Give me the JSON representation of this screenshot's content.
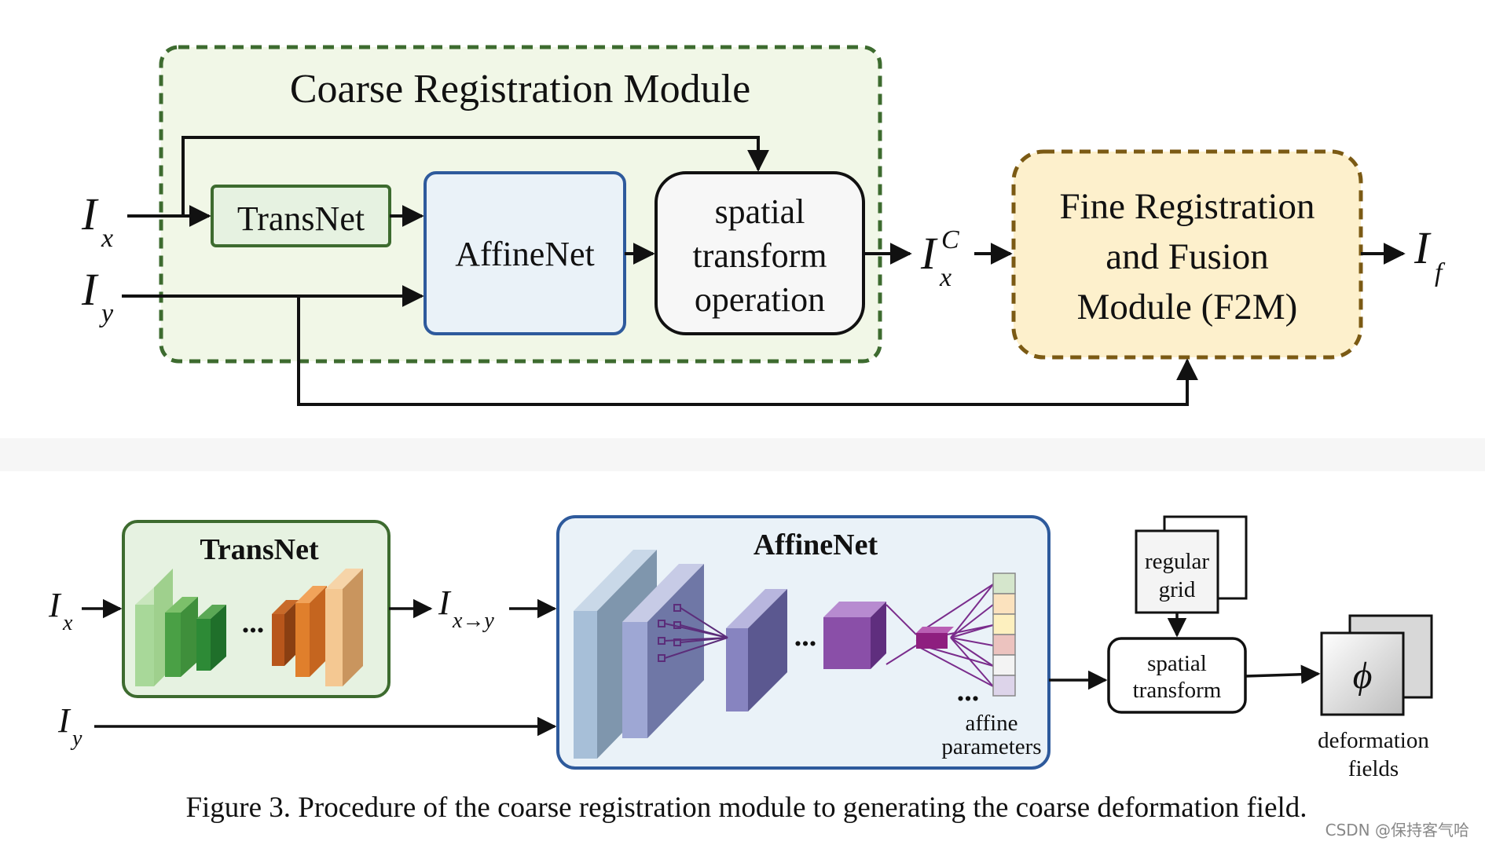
{
  "top": {
    "module_title": "Coarse Registration Module",
    "transnet": "TransNet",
    "affinenet": "AffineNet",
    "spatial_lines": [
      "spatial",
      "transform",
      "operation"
    ],
    "f2m_lines": [
      "Fine Registration",
      "and Fusion",
      "Module (F2M)"
    ],
    "input_x": {
      "base": "I",
      "sub": "x"
    },
    "input_y": {
      "base": "I",
      "sub": "y"
    },
    "output_c": {
      "base": "I",
      "sub": "x",
      "sup": "C"
    },
    "output_f": {
      "base": "I",
      "sub": "f"
    }
  },
  "bottom": {
    "transnet_title": "TransNet",
    "affinenet_title": "AffineNet",
    "ellipsis": "...",
    "input_x": {
      "base": "I",
      "sub": "x"
    },
    "input_y": {
      "base": "I",
      "sub": "y"
    },
    "mid": {
      "base": "I",
      "sub": "x→y"
    },
    "affine_params": [
      "affine",
      "parameters"
    ],
    "regular_grid": [
      "regular",
      "grid"
    ],
    "spatial_transform": [
      "spatial",
      "transform"
    ],
    "phi": "ϕ",
    "deformation": [
      "deformation",
      "fields"
    ]
  },
  "caption": "Figure 3. Procedure of the coarse registration module to generating the coarse deformation field.",
  "watermark": "CSDN @保持客气哈",
  "colors": {
    "module_bg": "#f1f7e7",
    "module_border": "#3d6b2f",
    "transnet_fill": "#e6f2e1",
    "affine_fill": "#eaf2f8",
    "affine_border": "#2e5a9c",
    "f2m_fill": "#fdf0cc",
    "f2m_border": "#7b5a14"
  }
}
